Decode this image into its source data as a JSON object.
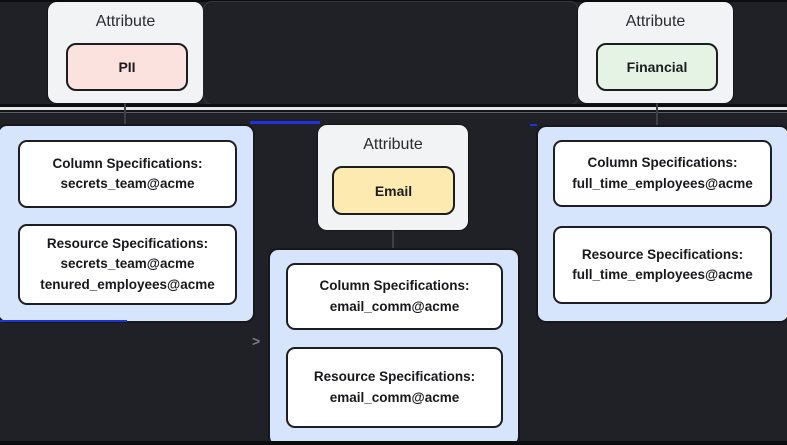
{
  "diagram": {
    "attribute_nodes": [
      {
        "title": "Attribute",
        "label": "PII",
        "fill": "#fbe2df"
      },
      {
        "title": "Attribute",
        "label": "Email",
        "fill": "#fdeab0"
      },
      {
        "title": "Attribute",
        "label": "Financial",
        "fill": "#e5f3e5"
      }
    ],
    "spec_groups": [
      {
        "name": "secrets-team",
        "column": {
          "heading": "Column Specifications:",
          "line1": "secrets_team@acme",
          "line2": ""
        },
        "resource": {
          "heading": "Resource Specifications:",
          "line1": "secrets_team@acme",
          "line2": "tenured_employees@acme"
        }
      },
      {
        "name": "email-comm",
        "column": {
          "heading": "Column Specifications:",
          "line1": "email_comm@acme",
          "line2": ""
        },
        "resource": {
          "heading": "Resource Specifications:",
          "line1": "email_comm@acme",
          "line2": ""
        }
      },
      {
        "name": "full-time-employees",
        "column": {
          "heading": "Column Specifications:",
          "line1": "full_time_employees@acme",
          "line2": ""
        },
        "resource": {
          "heading": "Resource Specifications:",
          "line1": "full_time_employees@acme",
          "line2": ""
        }
      }
    ],
    "chevron_glyph": ">",
    "colors": {
      "canvas_bg": "#1f2126",
      "node_bg": "#f2f3f5",
      "group_bg": "#d6e5fc",
      "card_bg": "#ffffff",
      "edge_blue": "#2133d6",
      "separator_light": "#e4e5e7",
      "pii_fill": "#fbe2df",
      "email_fill": "#fdeab0",
      "financial_fill": "#e5f3e5"
    }
  }
}
